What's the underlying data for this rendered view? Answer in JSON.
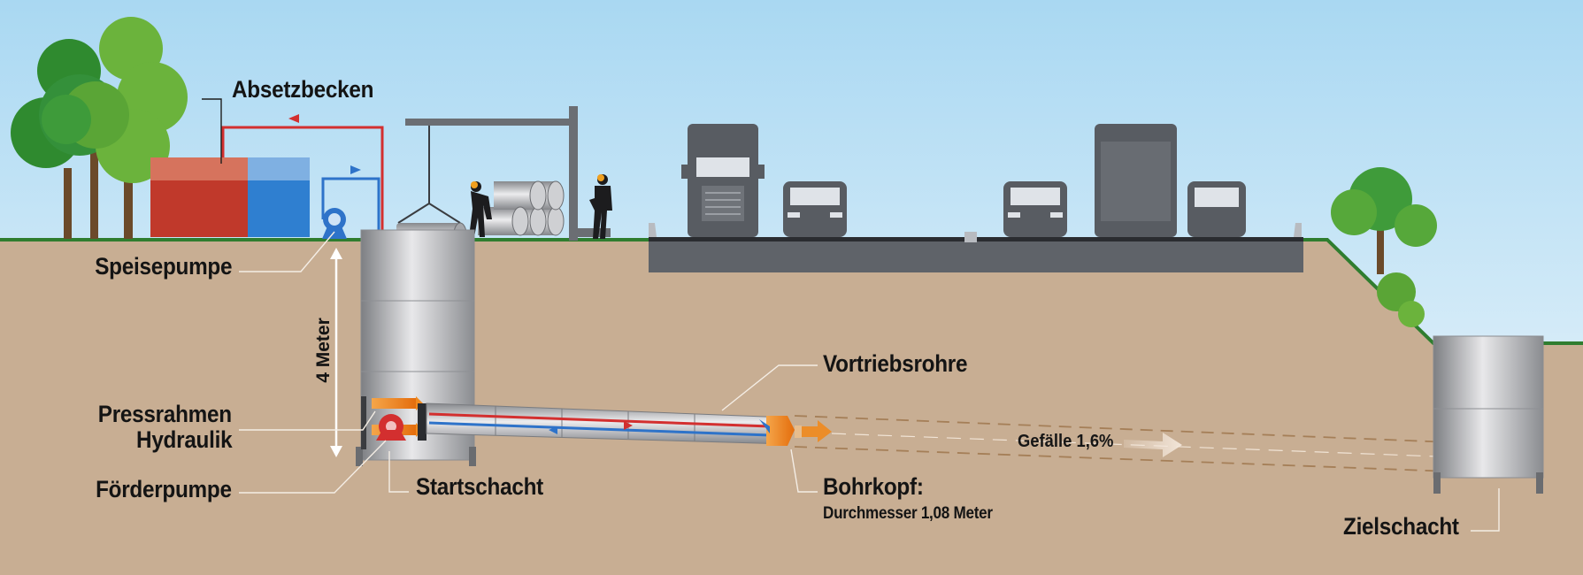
{
  "labels": {
    "absetzbecken": "Absetzbecken",
    "speisepumpe": "Speisepumpe",
    "pressrahmen": "Pressrahmen",
    "hydraulik": "Hydraulik",
    "foerderpumpe": "Förderpumpe",
    "startschacht": "Startschacht",
    "vortriebsrohre": "Vortriebsrohre",
    "bohrkopf": "Bohrkopf:",
    "durchmesser": "Durchmesser 1,08 Meter",
    "gefaelle": "Gefälle 1,6%",
    "zielschacht": "Zielschacht",
    "tiefe": "4 Meter"
  },
  "colors": {
    "sky_top": "#a9d8f2",
    "soil": "#c8ae93",
    "grass_line": "#2f7d2f",
    "road": "#5f6369",
    "vehicle": "#585c62",
    "basin_red": "#c0392b",
    "basin_blue": "#2f7fd0",
    "pipe_red": "#d32f2f",
    "pipe_blue": "#2e73c9",
    "drill_orange": "#f08a1e",
    "tree_dark": "#2f8a2f",
    "tree_light": "#6bb33c",
    "trunk": "#6b4a2a"
  }
}
